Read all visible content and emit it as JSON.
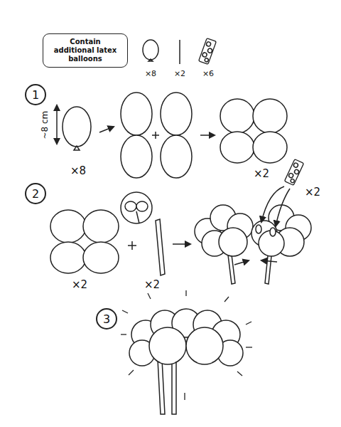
{
  "diagram": {
    "nodes": [
      {
        "text": [
          "Contain additional latex balloons"
        ]
      },
      {
        "text": [
          "1"
        ]
      },
      {
        "text": [
          "2"
        ]
      },
      {
        "text": [
          "3"
        ]
      }
    ],
    "labels": [
      "×8",
      "×2",
      "×6",
      "~8 cm",
      "×8",
      "×2",
      "×2",
      "×2",
      "×2"
    ]
  }
}
